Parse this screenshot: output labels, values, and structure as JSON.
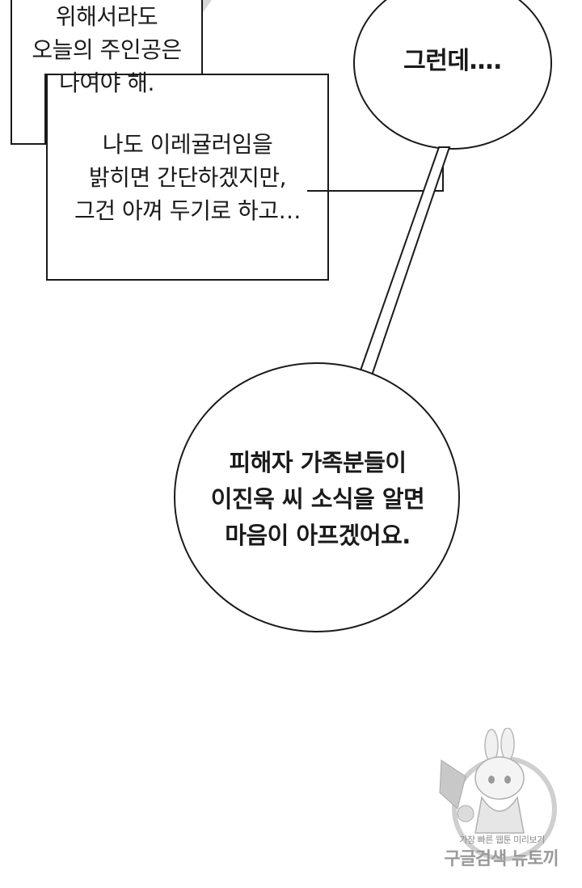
{
  "narration_box_top": {
    "lines": [
      "위해서라도",
      "오늘의 주인공은",
      "나여야 해."
    ]
  },
  "narration_box_bottom": {
    "lines": [
      "나도 이레귤러임을",
      "밝히면 간단하겠지만,",
      "그건 아껴 두기로 하고…"
    ]
  },
  "speech_bubble_small": {
    "text": "그런데….",
    "style": "circle with tail"
  },
  "speech_bubble_large": {
    "lines": [
      "피해자 가족분들이",
      "이진욱 씨 소식을 알면",
      "마음이 아프겠어요."
    ]
  },
  "watermark": {
    "icon": "bunny-girl-mascot-icon",
    "caption": "가장 빠른 웹툰 미리보기",
    "title": "구글검색 뉴토끼"
  },
  "colors": {
    "background": "#ffffff",
    "ink": "#1a1a1a",
    "watermark": "#9a9a9a"
  }
}
